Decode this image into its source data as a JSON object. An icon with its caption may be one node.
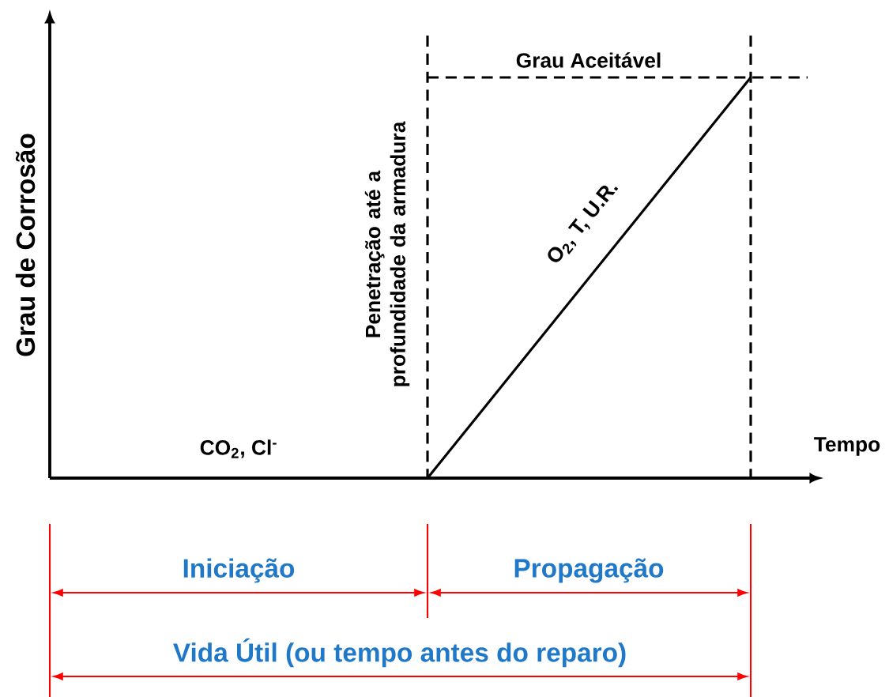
{
  "diagram": {
    "labels": [
      "Grau Aceitável",
      "Grau de Corrosão",
      "Penetração até a profundidade da armadura",
      "O$_{2}$, T, U.R.",
      "CO$_{2}$, Cl$^{-}$",
      "Tempo",
      "Iniciação",
      "Propagação",
      "Vida Útil (ou tempo antes do reparo)"
    ]
  }
}
